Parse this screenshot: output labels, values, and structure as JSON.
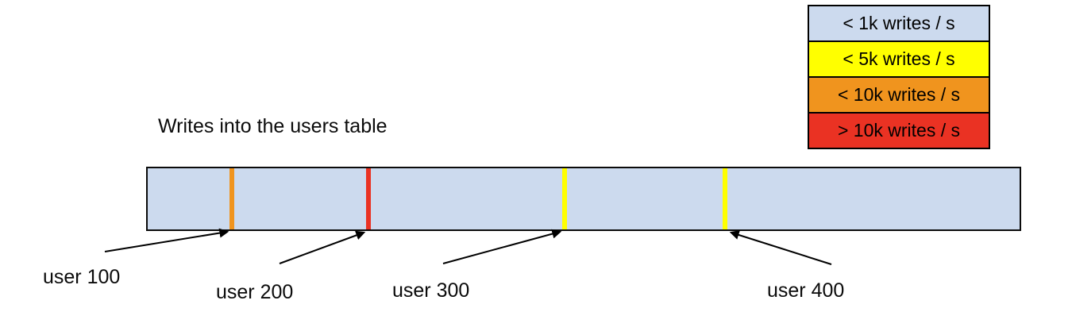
{
  "title": "Writes into the users table",
  "legend": {
    "items": [
      {
        "label": "< 1k writes / s",
        "color": "#ccdaee"
      },
      {
        "label": "< 5k writes / s",
        "color": "#ffff00"
      },
      {
        "label": "< 10k writes / s",
        "color": "#f0941e"
      },
      {
        "label": "> 10k writes / s",
        "color": "#ea3223"
      }
    ]
  },
  "bar": {
    "fill": "#ccdaee",
    "border": "#000000",
    "markers": [
      {
        "label": "user 100",
        "color": "#f0941e"
      },
      {
        "label": "user 200",
        "color": "#ea3223"
      },
      {
        "label": "user 300",
        "color": "#ffff00"
      },
      {
        "label": "user 400",
        "color": "#ffff00"
      }
    ]
  }
}
